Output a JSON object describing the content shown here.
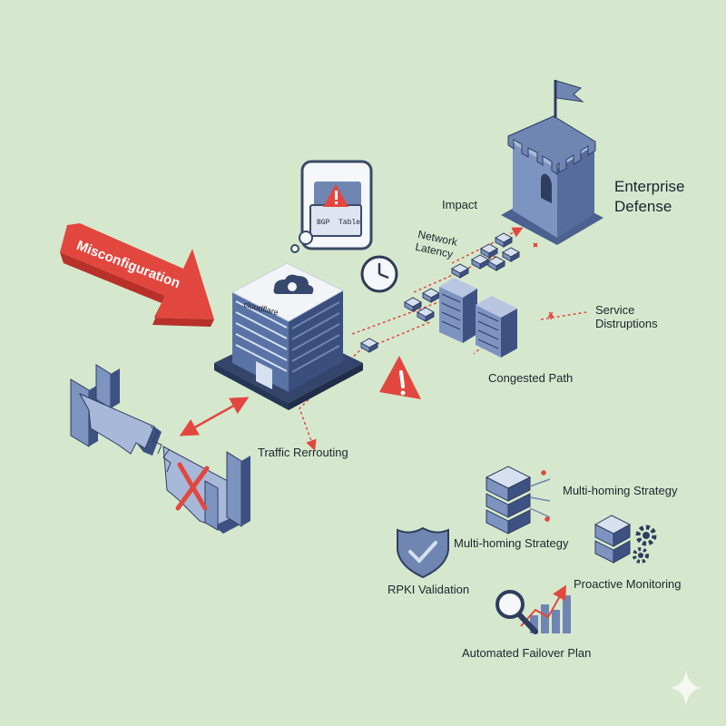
{
  "misconfiguration": "Misconfiguration",
  "datacenter_logo": "cloudflare",
  "bgp_bubble": {
    "left": "BGP",
    "right": "Table"
  },
  "labels": {
    "enterprise_line1": "Enterprise",
    "enterprise_line2": "Defense",
    "impact": "Impact",
    "network_line1": "Network",
    "network_line2": "Latency",
    "service_line1": "Service",
    "service_line2": "Distruptions",
    "congested_path": "Congested Path",
    "traffic_rerouting": "Traffic Rerrouting",
    "multihoming_1": "Multi-homing Strategy",
    "multihoming_2": "Multi-homing Strategy",
    "rpki": "RPKI Validation",
    "proactive": "Proactive Monitoring",
    "failover": "Automated Failover Plan"
  },
  "colors": {
    "background": "#d5e8cd",
    "warning_red": "#e2473f",
    "server_blue": "#6f86b3",
    "dark_navy": "#36486e"
  },
  "icons": [
    "speech-bubble-icon",
    "warning-icon",
    "clock-icon",
    "tower-icon",
    "flag-icon",
    "server-icon",
    "shield-check-icon",
    "magnifier-chart-icon",
    "gear-icon",
    "broken-bridge-icon",
    "cross-icon",
    "sparkle-icon"
  ]
}
